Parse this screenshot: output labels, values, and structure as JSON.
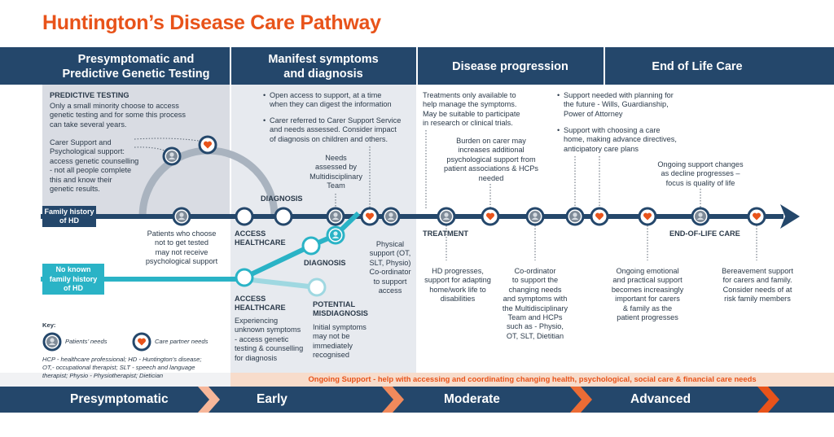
{
  "title": "Huntington’s Disease Care Pathway",
  "phases": {
    "p1": [
      "Presymptomatic and",
      "Predictive Genetic Testing"
    ],
    "p2": [
      "Manifest symptoms",
      "and diagnosis"
    ],
    "p3": "Disease progression",
    "p4": "End of Life Care"
  },
  "lines": {
    "family_history": [
      "Family history",
      "of HD"
    ],
    "no_history": [
      "No known",
      "family history",
      "of HD"
    ]
  },
  "presymptomatic": {
    "predictive_heading": "PREDICTIVE TESTING",
    "predictive_text": [
      "Only a small minority choose to access",
      "genetic testing and for some this process",
      "can take several years."
    ],
    "carer_support": [
      "Carer Support and",
      "Psychological support:",
      "access genetic counselling",
      "- not all people complete",
      "this and know their",
      "genetic results."
    ],
    "not_tested": [
      "Patients who choose",
      "not to get tested",
      "may not receive",
      "psychological support"
    ]
  },
  "early": {
    "bullet1": [
      "Open access to support, at a time",
      "when they can digest the information"
    ],
    "bullet2": [
      "Carer referred to Carer Support Service",
      "and needs assessed. Consider impact",
      "of diagnosis on children and others."
    ],
    "mdt": [
      "Needs",
      "assessed by",
      "Multidisciplinary",
      "Team"
    ],
    "diagnosis_top": "DIAGNOSIS",
    "access_top": [
      "ACCESS",
      "HEALTHCARE"
    ],
    "diagnosis_mid": "DIAGNOSIS",
    "physical_support": [
      "Physical",
      "support (OT,",
      "SLT, Physio)",
      "Co-ordinator",
      "to support",
      "access"
    ],
    "access_bottom": [
      "ACCESS",
      "HEALTHCARE"
    ],
    "experiencing": [
      "Experiencing",
      "unknown symptoms",
      "- access genetic",
      "testing & counselling",
      "for diagnosis"
    ],
    "misdiagnosis_heading": [
      "POTENTIAL",
      "MISDIAGNOSIS"
    ],
    "misdiagnosis_text": [
      "Initial symptoms",
      "may not be",
      "immediately",
      "recognised"
    ]
  },
  "moderate": {
    "treatments": [
      "Treatments only available to",
      "help manage the symptoms.",
      "May be suitable to participate",
      "in research or clinical trials."
    ],
    "burden": [
      "Burden on carer may",
      "increases additional",
      "psychological support from",
      "patient associations & HCPs",
      "needed"
    ],
    "treatment_label": "TREATMENT",
    "hd_progresses": [
      "HD progresses,",
      "support for adapting",
      "home/work life to",
      "disabilities"
    ],
    "coordinator": [
      "Co-ordinator",
      "to support the",
      "changing needs",
      "and symptoms with",
      "the Multidisciplinary",
      "Team and HCPs",
      "such as - Physio,",
      "OT, SLT, Dietitian"
    ]
  },
  "advanced": {
    "bullet1": [
      "Support needed with planning for",
      "the future - Wills, Guardianship,",
      "Power of Attorney"
    ],
    "bullet2": [
      "Support with choosing a care",
      "home, making advance directives,",
      "anticipatory care plans"
    ],
    "ongoing_changes": [
      "Ongoing support changes",
      "as decline progresses –",
      "focus is quality of life"
    ],
    "eol_label": "END-OF-LIFE CARE",
    "emotional": [
      "Ongoing emotional",
      "and practical support",
      "becomes increasingly",
      "important for carers",
      "& family as the",
      "patient progresses"
    ],
    "bereavement": [
      "Bereavement support",
      "for carers and family.",
      "Consider needs of at",
      "risk family members"
    ]
  },
  "key": {
    "heading": "Key:",
    "patient": "Patients’ needs",
    "carer": "Care partner needs",
    "abbrev": [
      "HCP - healthcare professional; HD - Huntington’s disease;",
      "OT,- occupational therapist; SLT - speech and language",
      "therapist; Physio - Physiotherapist; Dietician"
    ]
  },
  "ongoing_support": "Ongoing Support - help with accessing and coordinating changing health, psychological, social care & financial care needs",
  "stages": [
    "Presymptomatic",
    "Early",
    "Moderate",
    "Advanced"
  ],
  "colors": {
    "navy": "#24476b",
    "orange": "#e8531a",
    "teal": "#2ab3c6",
    "grey": "#a9b3bf"
  }
}
